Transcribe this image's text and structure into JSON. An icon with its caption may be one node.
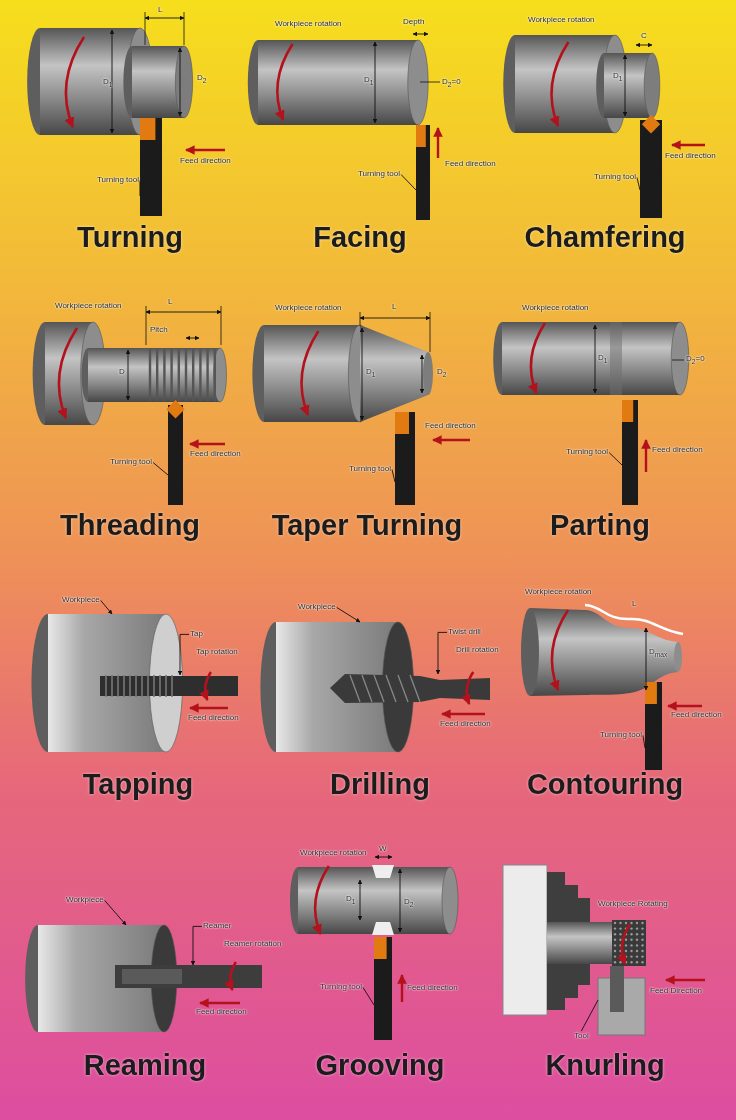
{
  "diagram": {
    "nodes": [
      {
        "text": [
          "Turning tool"
        ]
      },
      {
        "text": [
          "Turning tool"
        ]
      },
      {
        "text": [
          "Turning tool"
        ]
      },
      {
        "text": [
          "Turning tool"
        ]
      },
      {
        "text": [
          "Turning tool"
        ]
      },
      {
        "text": [
          "Turning tool"
        ]
      },
      {
        "text": [
          "Workpiece"
        ]
      },
      {
        "text": [
          "Tap"
        ]
      },
      {
        "text": [
          "Workpiece"
        ]
      },
      {
        "text": [
          "Twist drill"
        ]
      },
      {
        "text": [
          "Turning tool"
        ]
      },
      {
        "text": [
          "Workpiece"
        ]
      },
      {
        "text": [
          "Reamer"
        ]
      },
      {
        "text": [
          "Turning tool"
        ]
      },
      {
        "text": [
          "Tool"
        ]
      },
      {
        "text": [],
        "shape": "cylinder"
      },
      {
        "text": [],
        "shape": "bar"
      },
      {
        "text": [],
        "shape": "cylinder"
      },
      {
        "text": [],
        "shape": "bar"
      },
      {
        "text": [],
        "shape": "cylinder"
      },
      {
        "text": [],
        "shape": "bar"
      }
    ],
    "edges": [
      {
        "from": 0,
        "to": null,
        "arrow": "none"
      },
      {
        "from": 1,
        "to": null,
        "arrow": "none"
      },
      {
        "from": 2,
        "to": null,
        "arrow": "none"
      },
      {
        "from": 3,
        "to": null,
        "arrow": "none"
      },
      {
        "from": 4,
        "to": null,
        "arrow": "none"
      },
      {
        "from": 5,
        "to": null,
        "arrow": "none"
      },
      {
        "from": 6,
        "to": 15,
        "arrow": "to"
      },
      {
        "from": 7,
        "to": 16,
        "arrow": "to"
      },
      {
        "from": 8,
        "to": 17,
        "arrow": "to"
      },
      {
        "from": 9,
        "to": 18,
        "arrow": "to"
      },
      {
        "from": 10,
        "to": null,
        "arrow": "none"
      },
      {
        "from": 11,
        "to": 19,
        "arrow": "to"
      },
      {
        "from": 12,
        "to": 20,
        "arrow": "to"
      },
      {
        "from": 13,
        "to": null,
        "arrow": "none"
      },
      {
        "from": 14,
        "to": null,
        "arrow": "none"
      }
    ],
    "labels": [
      "L",
      "D$_{1}$",
      "D$_{2}$",
      "Feed direction",
      "Turning",
      "Workpiece rotation",
      "Depth",
      "D$_{1}$",
      "D$_{2}$=0",
      "Feed direction",
      "Facing",
      "Workpiece rotation",
      "C",
      "D$_{1}$",
      "Feed direction",
      "Chamfering",
      "Workpiece rotation",
      "L",
      "Pitch",
      "D",
      "Feed direction",
      "Threading",
      "Workpiece rotation",
      "L",
      "D$_{1}$",
      "D$_{2}$",
      "Feed direction",
      "Taper Turning",
      "Workpiece rotation",
      "D$_{1}$",
      "D$_{2}$=0",
      "Feed direction",
      "Parting",
      "Tap rotation",
      "Feed direction",
      "Tapping",
      "Drill rotation",
      "Feed direction",
      "Drilling",
      "Workpiece rotation",
      "L",
      "D$_{max}$",
      "Feed direction",
      "Contouring",
      "Reamer rotation",
      "Feed direction",
      "Reaming",
      "Workpiece rotation",
      "W",
      "D$_{1}$",
      "D$_{2}$",
      "Feed direction",
      "Grooving",
      "Workpiece Rotating",
      "Feed Direction",
      "Knurling"
    ]
  }
}
